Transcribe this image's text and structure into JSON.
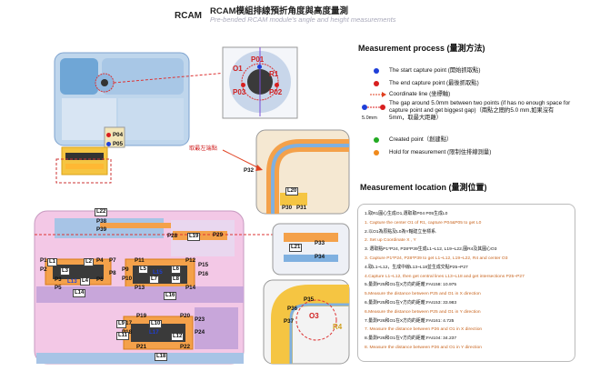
{
  "header": {
    "code": "RCAM",
    "title_zh": "RCAM模組排線預折角度與高度量測",
    "title_en": "Pre-bended RCAM module's angle and height measurements"
  },
  "process": {
    "title": "Measurement process (量測方法)",
    "items": [
      {
        "text": "The start capture point  (開始抓取點)"
      },
      {
        "text": "The end capture point  (最後抓取點)"
      },
      {
        "text": "Coordinate line (坐標軸)"
      },
      {
        "text": "The gap around 5.0mm between two points (if has no enough space for capture point and get biggest gap)（兩點之間約5.0 mm,如果沒有5mm，取最大距離）",
        "side_label": "5.0mm"
      },
      {
        "text": "Created point（創建點）"
      },
      {
        "text": "Hold for measurement  (限制住排線測量)"
      }
    ]
  },
  "location": {
    "title": "Measurement location (量測位置)",
    "lines": [
      {
        "text": "1.取R1圓心生成O1,選取取P04 P05生成L0",
        "color": "#111111"
      },
      {
        "text": "1. Capture the center O1 of R1, capture P04&P05 to get L0",
        "color": "#c8641e"
      },
      {
        "text": "2.以O1為原點及L0為Y軸建立坐標系.",
        "color": "#111111"
      },
      {
        "text": "2. Set up Coordinate  X , Y",
        "color": "#c8641e"
      },
      {
        "text": "3. 選取點P1*P24, P28*P39生成L1~L12, L19~L22,圓R4及其圓心O3",
        "color": "#111111"
      },
      {
        "text": "3. Capture P1*P24, P28*P39 to get L1~L12, L19~L22, R4 and center O3",
        "color": "#c8641e"
      },
      {
        "text": "4.取L1~L12，生成中線L13~L18並生成交點P25~P27",
        "color": "#111111"
      },
      {
        "text": "4.Capture L1~L12, then get central lines L13~L18 and get intersections P25~P27",
        "color": "#c8641e"
      },
      {
        "text": "5.量測P25和O1在X方向的距離:FAI158: 10.975",
        "color": "#111111"
      },
      {
        "text": "5.Measure the distance between P25 and O1 in X direction",
        "color": "#c8641e"
      },
      {
        "text": "6.量測P25和O1在Y方向的距離:FAI153: 33.983",
        "color": "#111111"
      },
      {
        "text": "6.Measure the distance between P25 and O1 in Y direction",
        "color": "#c8641e"
      },
      {
        "text": "7.量測P26和O1在X方向的距離:FAI161: 4.725",
        "color": "#111111"
      },
      {
        "text": "7. Measure the distance between P26 and O1 in X direction",
        "color": "#c8641e"
      },
      {
        "text": "8.量測P26和O1在Y方向的距離:FAI104: 34.237",
        "color": "#111111"
      },
      {
        "text": "8. Measure the distance between P26 and O1 in Y direction",
        "color": "#c8641e"
      }
    ]
  },
  "annotations": {
    "left_point": "取最左端點"
  },
  "labels": {
    "zoom1": [
      "O1",
      "P01",
      "R1",
      "P03",
      "P02"
    ],
    "main": [
      "P04",
      "P05",
      "P32",
      "L20",
      "P30",
      "P31",
      "L22",
      "P38",
      "P39",
      "P28",
      "L19",
      "P29",
      "L21",
      "P33",
      "P34",
      "P36",
      "O3",
      "P35",
      "P37",
      "R4",
      "P1",
      "P2",
      "P3",
      "P4",
      "P5",
      "P6",
      "P7",
      "P8",
      "L1",
      "L2",
      "L3",
      "L4",
      "L13",
      "L14",
      "P9",
      "P10",
      "P11",
      "P12",
      "P13",
      "P14",
      "P15",
      "P16",
      "L5",
      "L6",
      "L7",
      "L8",
      "L15",
      "L16",
      "P17",
      "P18",
      "P19",
      "P20",
      "P21",
      "P22",
      "P23",
      "P24",
      "L9",
      "L10",
      "L11",
      "L12",
      "L17",
      "L18"
    ]
  },
  "colors": {
    "blue_point": "#1f3fd8",
    "red_point": "#d81f1f",
    "green_point": "#22aa22",
    "orange_point": "#f08a1c",
    "arrow": "#e04020"
  }
}
